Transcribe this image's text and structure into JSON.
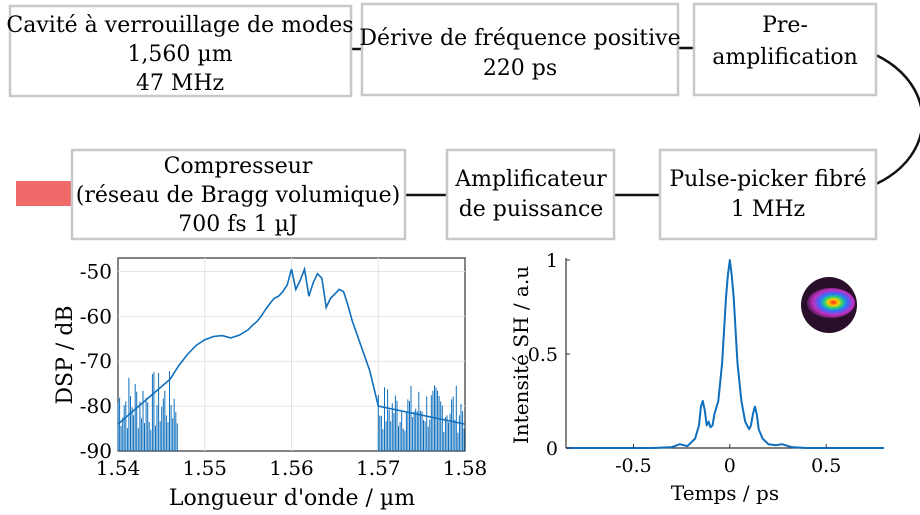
{
  "blocks": {
    "cavity": [
      "Cavité à verrouillage de modes",
      "1,560 µm",
      "47 MHz"
    ],
    "chirp": [
      "Dérive de fréquence positive",
      "220 ps"
    ],
    "preamp": [
      "Pre-",
      "amplification"
    ],
    "compressor": [
      "Compresseur",
      "(réseau de Bragg volumique)",
      "700 fs 1 µJ"
    ],
    "power_amp": [
      "Amplificateur",
      "de puissance"
    ],
    "pulse_picker": [
      "Pulse-picker fibré",
      "1 MHz"
    ]
  },
  "colors": {
    "box_border": "#c8c8c8",
    "line": "#111111",
    "output_beam": "#f16a6a",
    "trace": "#0f6fbd"
  },
  "chart_data": [
    {
      "type": "line",
      "xlabel": "Longueur d'onde / µm",
      "ylabel": "DSP / dB",
      "xlim": [
        1.54,
        1.58
      ],
      "ylim": [
        -90,
        -47
      ],
      "xticks": [
        "1.54",
        "1.55",
        "1.56",
        "1.57",
        "1.58"
      ],
      "yticks": [
        "-50",
        "-60",
        "-70",
        "-80",
        "-90"
      ],
      "grid": true,
      "series": [
        {
          "x": [
            1.54,
            1.546,
            1.547,
            1.548,
            1.549,
            1.55,
            1.551,
            1.552,
            1.553,
            1.554,
            1.555,
            1.5555,
            1.556,
            1.5565,
            1.557,
            1.5575,
            1.558,
            1.5585,
            1.559,
            1.5595,
            1.56,
            1.5605,
            1.561,
            1.5615,
            1.562,
            1.5625,
            1.563,
            1.5635,
            1.564,
            1.5645,
            1.565,
            1.5655,
            1.566,
            1.5665,
            1.567,
            1.568,
            1.569,
            1.57,
            1.58
          ],
          "y": [
            -84,
            -74,
            -71,
            -68.5,
            -66.5,
            -65.2,
            -64.5,
            -64.3,
            -64.8,
            -64.2,
            -63.0,
            -62.0,
            -61.2,
            -60.0,
            -58.5,
            -57.2,
            -56.0,
            -55.5,
            -54.5,
            -53.0,
            -49.5,
            -54.0,
            -52.0,
            -49.5,
            -55.5,
            -52.5,
            -50.5,
            -51.5,
            -58.0,
            -56.0,
            -55.0,
            -54.0,
            -54.5,
            -57.5,
            -61.0,
            -66.5,
            -72.0,
            -80.0,
            -84.0
          ]
        }
      ]
    },
    {
      "type": "line",
      "xlabel": "Temps / ps",
      "ylabel": "Intensité SH / a.u",
      "xlim": [
        -0.85,
        0.8
      ],
      "ylim": [
        0,
        1
      ],
      "xticks": [
        "-0.5",
        "0",
        "0.5"
      ],
      "yticks": [
        "0",
        "0.5",
        "1"
      ],
      "grid": false,
      "series": [
        {
          "x": [
            -0.85,
            -0.4,
            -0.3,
            -0.26,
            -0.22,
            -0.18,
            -0.16,
            -0.15,
            -0.14,
            -0.13,
            -0.12,
            -0.11,
            -0.1,
            -0.09,
            -0.08,
            -0.06,
            -0.04,
            -0.02,
            -0.01,
            0.0,
            0.01,
            0.02,
            0.04,
            0.06,
            0.08,
            0.1,
            0.11,
            0.12,
            0.13,
            0.14,
            0.15,
            0.17,
            0.2,
            0.24,
            0.27,
            0.32,
            0.4,
            0.8
          ],
          "y": [
            0.0,
            0.0,
            0.005,
            0.02,
            0.01,
            0.05,
            0.12,
            0.22,
            0.25,
            0.2,
            0.12,
            0.14,
            0.11,
            0.12,
            0.18,
            0.25,
            0.45,
            0.8,
            0.92,
            1.0,
            0.92,
            0.8,
            0.45,
            0.25,
            0.14,
            0.1,
            0.12,
            0.18,
            0.22,
            0.18,
            0.1,
            0.05,
            0.02,
            0.015,
            0.02,
            0.005,
            0.0,
            0.0
          ]
        }
      ]
    }
  ]
}
